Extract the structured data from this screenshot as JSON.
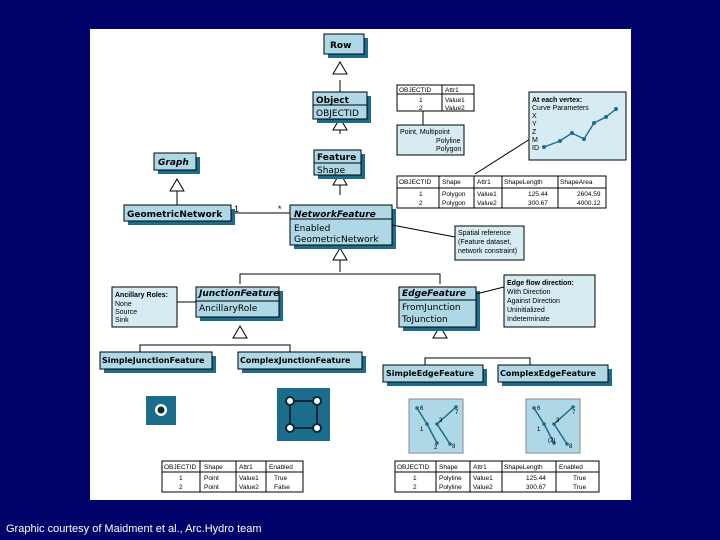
{
  "caption": "Graphic courtesy of  Maidment et al., Arc.Hydro team",
  "colors": {
    "background": "#02026b",
    "class_fill": "#aed8e6",
    "shadow": "#1c6c8c",
    "note_fill": "#d6ebf2"
  },
  "classes": {
    "row": {
      "name": "Row",
      "attrs": []
    },
    "object": {
      "name": "Object",
      "attrs": [
        "OBJECTID"
      ]
    },
    "feature": {
      "name": "Feature",
      "attrs": [
        "Shape"
      ]
    },
    "graph": {
      "name": "Graph",
      "attrs": []
    },
    "geometric_network": {
      "name": "GeometricNetwork",
      "attrs": []
    },
    "network_feature": {
      "name": "NetworkFeature",
      "attrs": [
        "Enabled",
        "GeometricNetwork"
      ]
    },
    "junction_feature": {
      "name": "JunctionFeature",
      "attrs": [
        "AncillaryRole"
      ]
    },
    "edge_feature": {
      "name": "EdgeFeature",
      "attrs": [
        "FromJunction",
        "ToJunction"
      ]
    },
    "simple_junction": {
      "name": "SimpleJunctionFeature",
      "attrs": []
    },
    "complex_junction": {
      "name": "ComplexJunctionFeature",
      "attrs": []
    },
    "simple_edge": {
      "name": "SimpleEdgeFeature",
      "attrs": []
    },
    "complex_edge": {
      "name": "ComplexEdgeFeature",
      "attrs": []
    }
  },
  "multiplicity": {
    "left": "1",
    "right": "*"
  },
  "notes": {
    "shapes": [
      "Point, Multipoint",
      "Polyline",
      "Polygon"
    ],
    "vertex": [
      "At each vertex:",
      "Curve Parameters",
      "X",
      "Y",
      "Z",
      "M",
      "ID"
    ],
    "spatial_ref": [
      "Spatial reference",
      "(Feature dataset,",
      "network constraint)"
    ],
    "ancillary": [
      "Ancillary Roles:",
      "None",
      "Source",
      "Sink"
    ],
    "edge_flow": [
      "Edge flow direction:",
      "With Direction",
      "Against Direction",
      "Uninitialized",
      "Indeterminate"
    ]
  },
  "tables": {
    "object": {
      "headers": [
        "OBJECTID",
        "Attr1"
      ],
      "rows": [
        [
          "1",
          "Value1"
        ],
        [
          "2",
          "Value2"
        ]
      ]
    },
    "feature": {
      "headers": [
        "OBJECTID",
        "Shape",
        "Attr1",
        "ShapeLength",
        "ShapeArea"
      ],
      "rows": [
        [
          "1",
          "Polygon",
          "Value1",
          "125.44",
          "2604.59"
        ],
        [
          "2",
          "Polygon",
          "Value2",
          "300.67",
          "4000.12"
        ]
      ]
    },
    "junction": {
      "headers": [
        "OBJECTID",
        "Shape",
        "Attr1",
        "Enabled"
      ],
      "rows": [
        [
          "1",
          "Point",
          "Value1",
          "True"
        ],
        [
          "2",
          "Point",
          "Value2",
          "False"
        ]
      ]
    },
    "edge": {
      "headers": [
        "OBJECTID",
        "Shape",
        "Attr1",
        "ShapeLength",
        "Enabled"
      ],
      "rows": [
        [
          "1",
          "Polyline",
          "Value1",
          "125.44",
          "True"
        ],
        [
          "2",
          "Polyline",
          "Value2",
          "300.67",
          "True"
        ]
      ]
    }
  },
  "edge_graph_labels": {
    "simple": [
      "6",
      "7",
      "3",
      "1",
      "2",
      "8"
    ],
    "complex": [
      "6",
      "7",
      "3",
      "1",
      "(2)",
      "8"
    ]
  }
}
